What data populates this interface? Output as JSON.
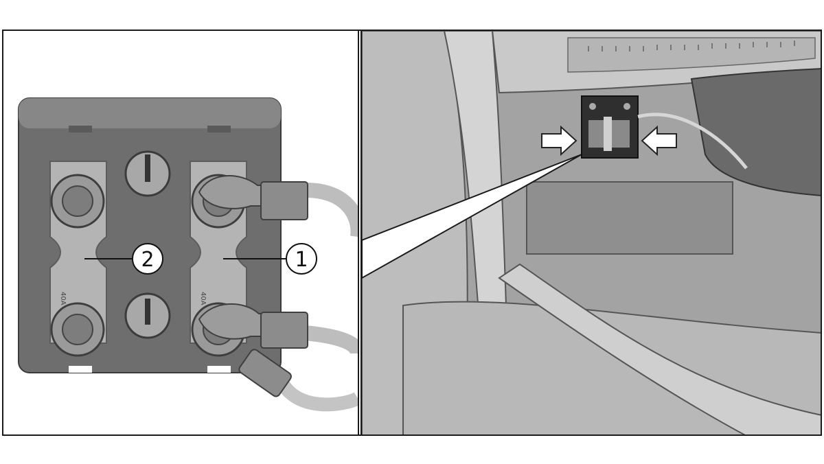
{
  "callouts": {
    "one": "1",
    "two": "2"
  },
  "fuse_labels": {
    "left": "40A",
    "right": "40A"
  },
  "colors": {
    "block": "#707070",
    "block_top": "#8a8a8a",
    "fuse_strip": "#b9b9b9",
    "nut": "#9b9b9b",
    "cable": "#c4c4c4",
    "car_bg": "#9a9a9a"
  },
  "icons": {
    "left_arrow": "arrow-right-icon",
    "right_arrow": "arrow-left-icon"
  }
}
